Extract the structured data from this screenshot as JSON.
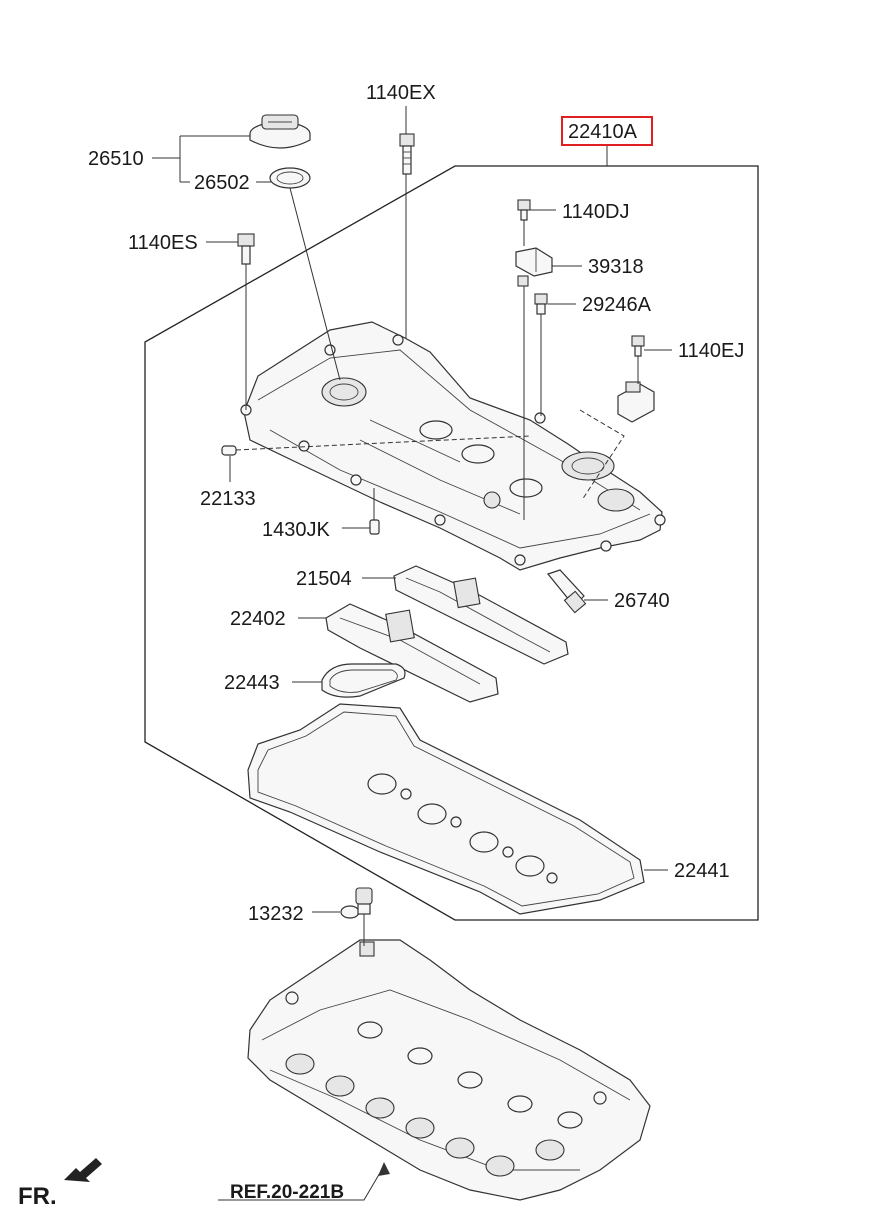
{
  "diagram": {
    "highlight_color": "#e02020",
    "labels": {
      "p26510": "26510",
      "p26502": "26502",
      "p1140EX": "1140EX",
      "p22410A": "22410A",
      "p1140DJ": "1140DJ",
      "p1140ES": "1140ES",
      "p39318": "39318",
      "p29246A": "29246A",
      "p1140EJ": "1140EJ",
      "p22133": "22133",
      "p1430JK": "1430JK",
      "p21504": "21504",
      "p26740": "26740",
      "p22402": "22402",
      "p22443": "22443",
      "p22441": "22441",
      "p13232": "13232",
      "ref": "REF.20-221B",
      "fr": "FR."
    }
  }
}
